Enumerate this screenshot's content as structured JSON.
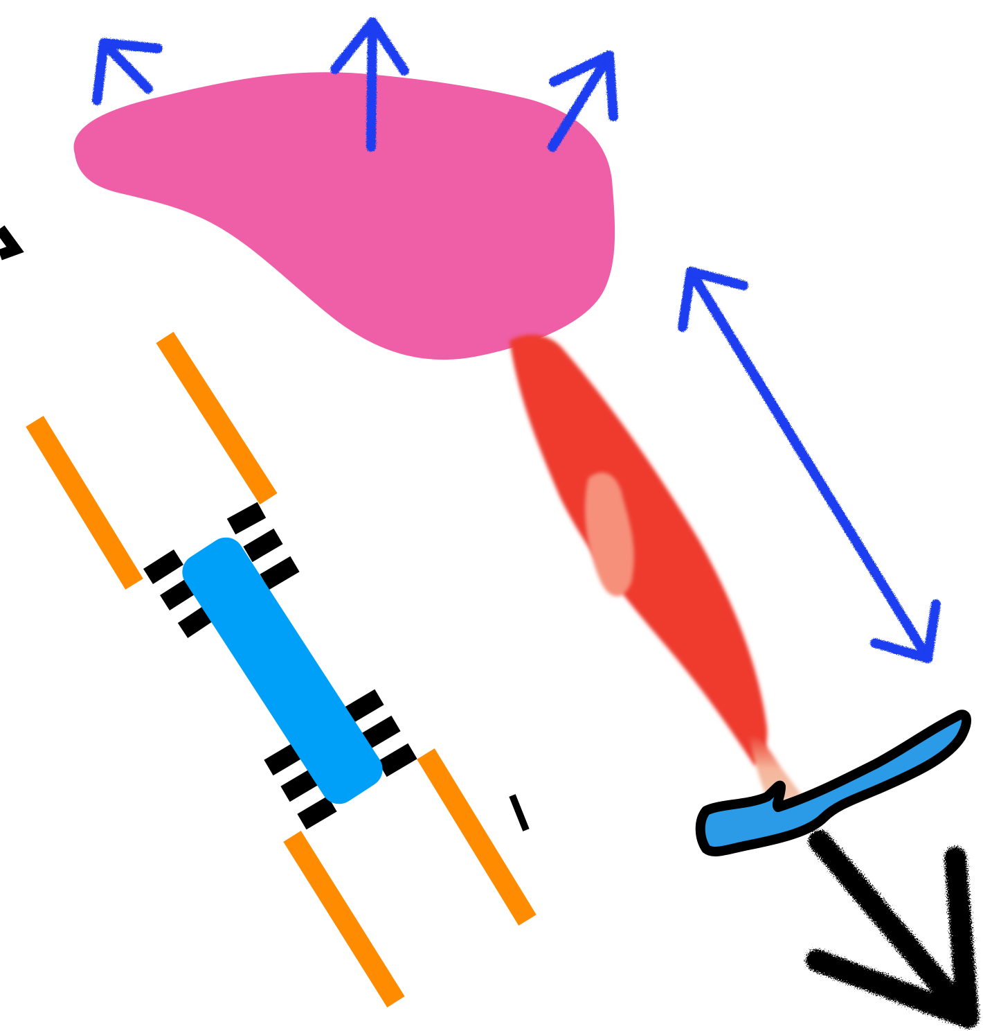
{
  "diagram": {
    "background": "#ffffff",
    "colors": {
      "pink_blob": "#EE5FA7",
      "blue_arrow": "#1A3CF0",
      "black": "#000000",
      "orange_bar": "#FF8C00",
      "cyan_block": "#00A0F8",
      "muscle_red": "#EE3B2E",
      "muscle_highlight": "#F6907A",
      "tendon": "#F5B69C",
      "bone_blue": "#2B9BE8"
    },
    "elements": [
      {
        "name": "pink-blob",
        "icon": "organ-blob"
      },
      {
        "name": "expansion-arrow-left",
        "icon": "arrow-icon"
      },
      {
        "name": "expansion-arrow-up",
        "icon": "arrow-icon"
      },
      {
        "name": "expansion-arrow-right",
        "icon": "arrow-icon"
      },
      {
        "name": "double-headed-arrow",
        "icon": "double-arrow-icon"
      },
      {
        "name": "muscle-shape",
        "icon": "muscle-icon"
      },
      {
        "name": "tendon-shape",
        "icon": "tendon-icon"
      },
      {
        "name": "bone-shape",
        "icon": "bone-icon"
      },
      {
        "name": "black-arrow",
        "icon": "arrow-icon"
      },
      {
        "name": "orange-bar",
        "icon": "filament-icon"
      },
      {
        "name": "cyan-block",
        "icon": "myosin-block-icon"
      },
      {
        "name": "black-tick",
        "icon": "crossbridge-icon"
      }
    ]
  }
}
